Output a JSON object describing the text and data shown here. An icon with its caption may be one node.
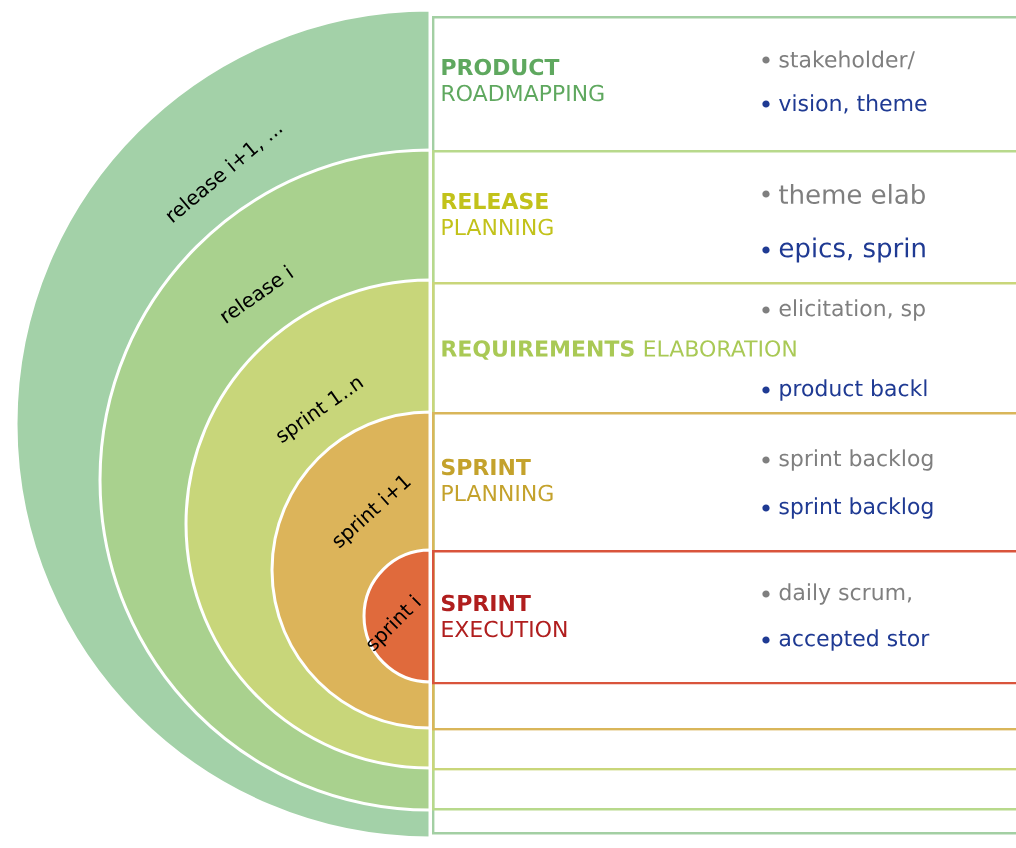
{
  "diagram": {
    "nodes": [
      {
        "text": [
          "**PRODUCT** ROADMAPPING",
          "stakeholder/",
          "vision, theme"
        ]
      },
      {
        "text": [
          "**RELEASE** PLANNING",
          "theme elab",
          "epics, sprin"
        ],
        "in": 0
      },
      {
        "text": [
          "elicitation, sp",
          "**REQUIREMENTS** ELABORATION",
          "product backl"
        ],
        "in": 1
      },
      {
        "text": [
          "**SPRINT** PLANNING",
          "sprint backlog",
          "sprint backlog"
        ],
        "in": 2
      },
      {
        "text": [
          "**SPRINT** EXECUTION",
          "daily scrum,",
          "accepted stor"
        ],
        "in": 3
      },
      {
        "text": [
          "release i+1, ..."
        ]
      },
      {
        "text": [
          "release i"
        ]
      },
      {
        "text": [
          "sprint 1..n"
        ]
      },
      {
        "text": [
          "sprint i+1"
        ]
      },
      {
        "text": [
          "sprint i"
        ]
      }
    ]
  }
}
